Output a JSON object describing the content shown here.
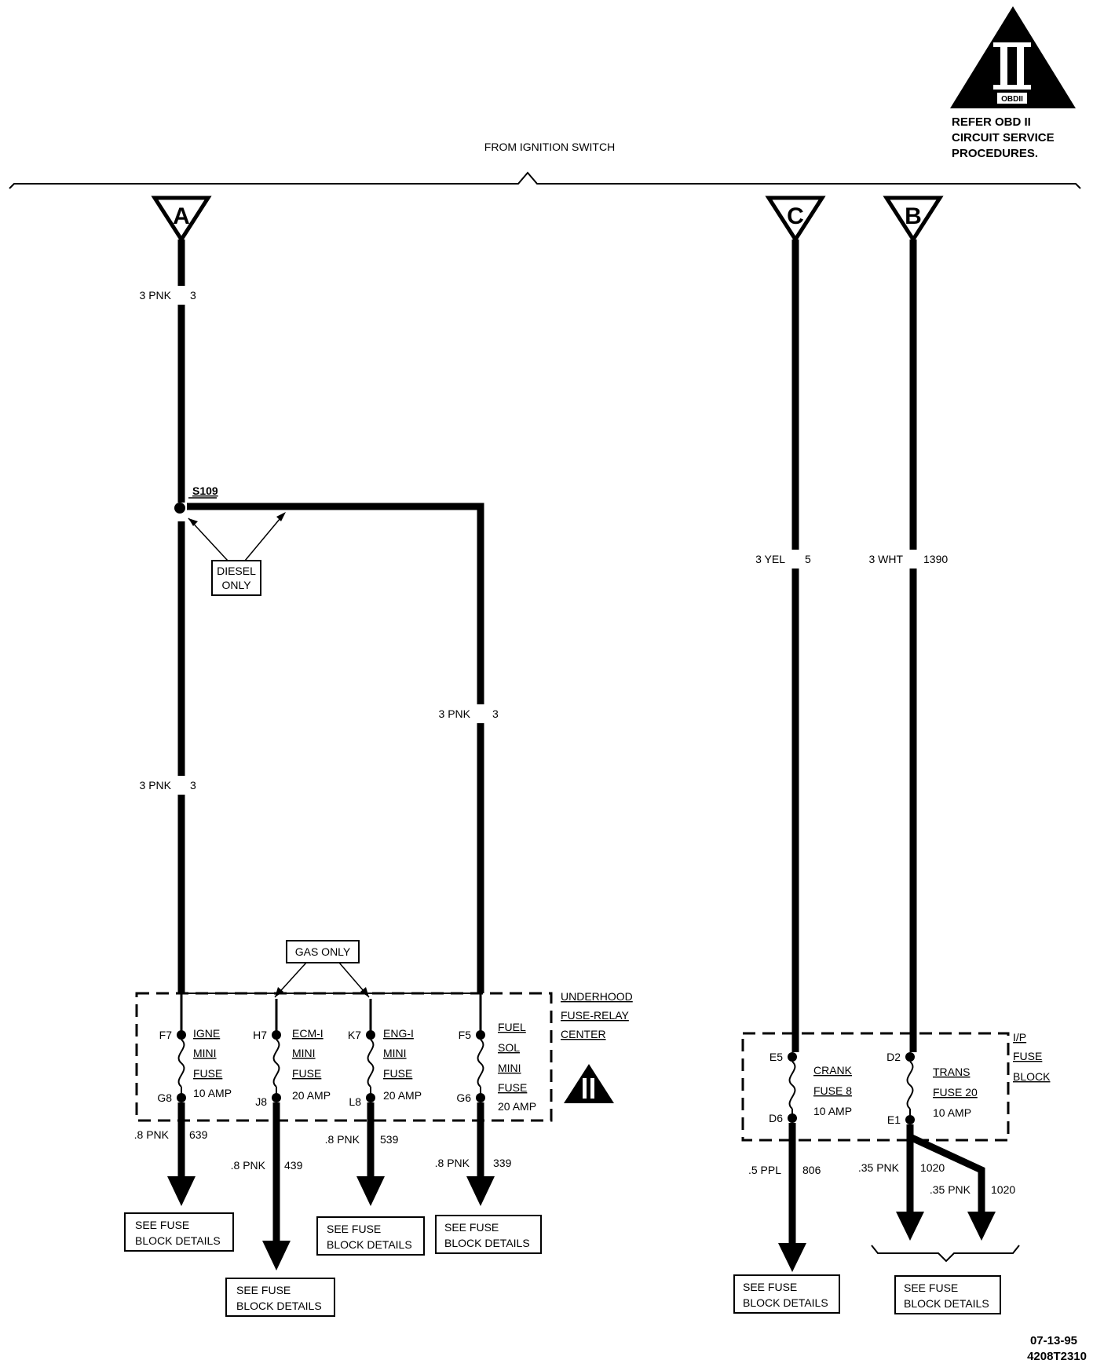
{
  "header": {
    "from_ignition": "FROM IGNITION SWITCH",
    "obd_badge": "II",
    "obd_small": "OBDII",
    "refer_line1": "REFER OBD II",
    "refer_line2": "CIRCUIT SERVICE",
    "refer_line3": "PROCEDURES."
  },
  "connectors": {
    "a": "A",
    "b": "B",
    "c": "C"
  },
  "wires": {
    "a_top": {
      "gauge": "3 PNK",
      "circuit": "3"
    },
    "a_lower": {
      "gauge": "3 PNK",
      "circuit": "3"
    },
    "branch": {
      "gauge": "3 PNK",
      "circuit": "3"
    },
    "c_main": {
      "gauge": "3 YEL",
      "circuit": "5"
    },
    "b_main": {
      "gauge": "3 WHT",
      "circuit": "1390"
    },
    "out_639": {
      "gauge": ".8 PNK",
      "circuit": "639"
    },
    "out_439": {
      "gauge": ".8 PNK",
      "circuit": "439"
    },
    "out_539": {
      "gauge": ".8 PNK",
      "circuit": "539"
    },
    "out_339": {
      "gauge": ".8 PNK",
      "circuit": "339"
    },
    "out_806": {
      "gauge": ".5 PPL",
      "circuit": "806"
    },
    "out_1020a": {
      "gauge": ".35 PNK",
      "circuit": "1020"
    },
    "out_1020b": {
      "gauge": ".35 PNK",
      "circuit": "1020"
    }
  },
  "splice": {
    "name": "S109",
    "note_line1": "DIESEL",
    "note_line2": "ONLY"
  },
  "gas_only": "GAS ONLY",
  "underhood": {
    "title1": "UNDERHOOD",
    "title2": "FUSE-RELAY",
    "title3": "CENTER",
    "badge": "II",
    "fuses": [
      {
        "in_pin": "F7",
        "out_pin": "G8",
        "line1": "IGNE",
        "line2": "MINI",
        "line3": "FUSE",
        "rating": "10 AMP"
      },
      {
        "in_pin": "H7",
        "out_pin": "J8",
        "line1": "ECM-I",
        "line2": "MINI",
        "line3": "FUSE",
        "rating": "20 AMP"
      },
      {
        "in_pin": "K7",
        "out_pin": "L8",
        "line1": "ENG-I",
        "line2": "MINI",
        "line3": "FUSE",
        "rating": "20 AMP"
      },
      {
        "in_pin": "F5",
        "out_pin": "G6",
        "line1": "FUEL",
        "line2": "SOL",
        "line3": "MINI",
        "line4": "FUSE",
        "rating": "20 AMP"
      }
    ]
  },
  "ip_block": {
    "title1": "I/P",
    "title2": "FUSE",
    "title3": "BLOCK",
    "fuses": [
      {
        "in_pin": "E5",
        "out_pin": "D6",
        "line1": "CRANK",
        "line2": "FUSE 8",
        "rating": "10 AMP"
      },
      {
        "in_pin": "D2",
        "out_pin": "E1",
        "line1": "TRANS",
        "line2": "FUSE 20",
        "rating": "10 AMP"
      }
    ]
  },
  "see_fuse": {
    "line1": "SEE FUSE",
    "line2": "BLOCK DETAILS"
  },
  "footer": {
    "date": "07-13-95",
    "code": "4208T2310"
  }
}
